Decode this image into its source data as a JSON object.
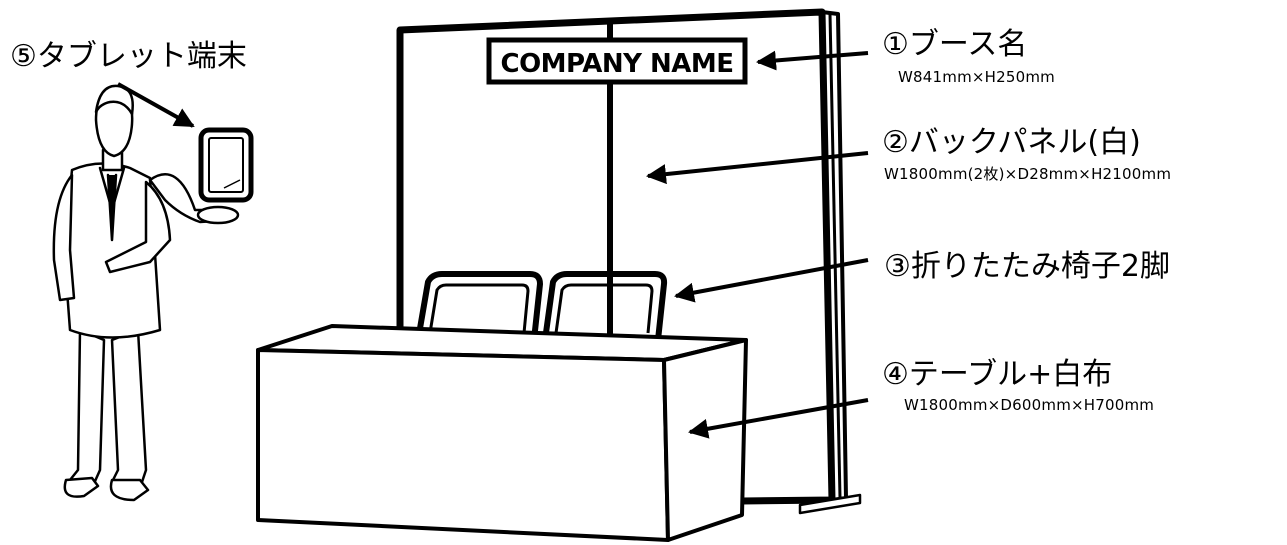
{
  "sign": {
    "text": "COMPANY NAME"
  },
  "labels": {
    "booth_name": {
      "title": "①ブース名",
      "spec": "W841mm×H250mm"
    },
    "back_panel": {
      "title": "②バックパネル(白)",
      "spec": "W1800mm(2枚)×D28mm×H2100mm"
    },
    "chairs": {
      "title": "③折りたたみ椅子2脚"
    },
    "table": {
      "title": "④テーブル+白布",
      "spec": "W1800mm×D600mm×H700mm"
    },
    "tablet": {
      "title": "⑤タブレット端末"
    }
  },
  "colors": {
    "line": "#000000",
    "background": "#ffffff"
  },
  "icons": {
    "tablet": "tablet-icon",
    "person": "businessman-figure"
  }
}
